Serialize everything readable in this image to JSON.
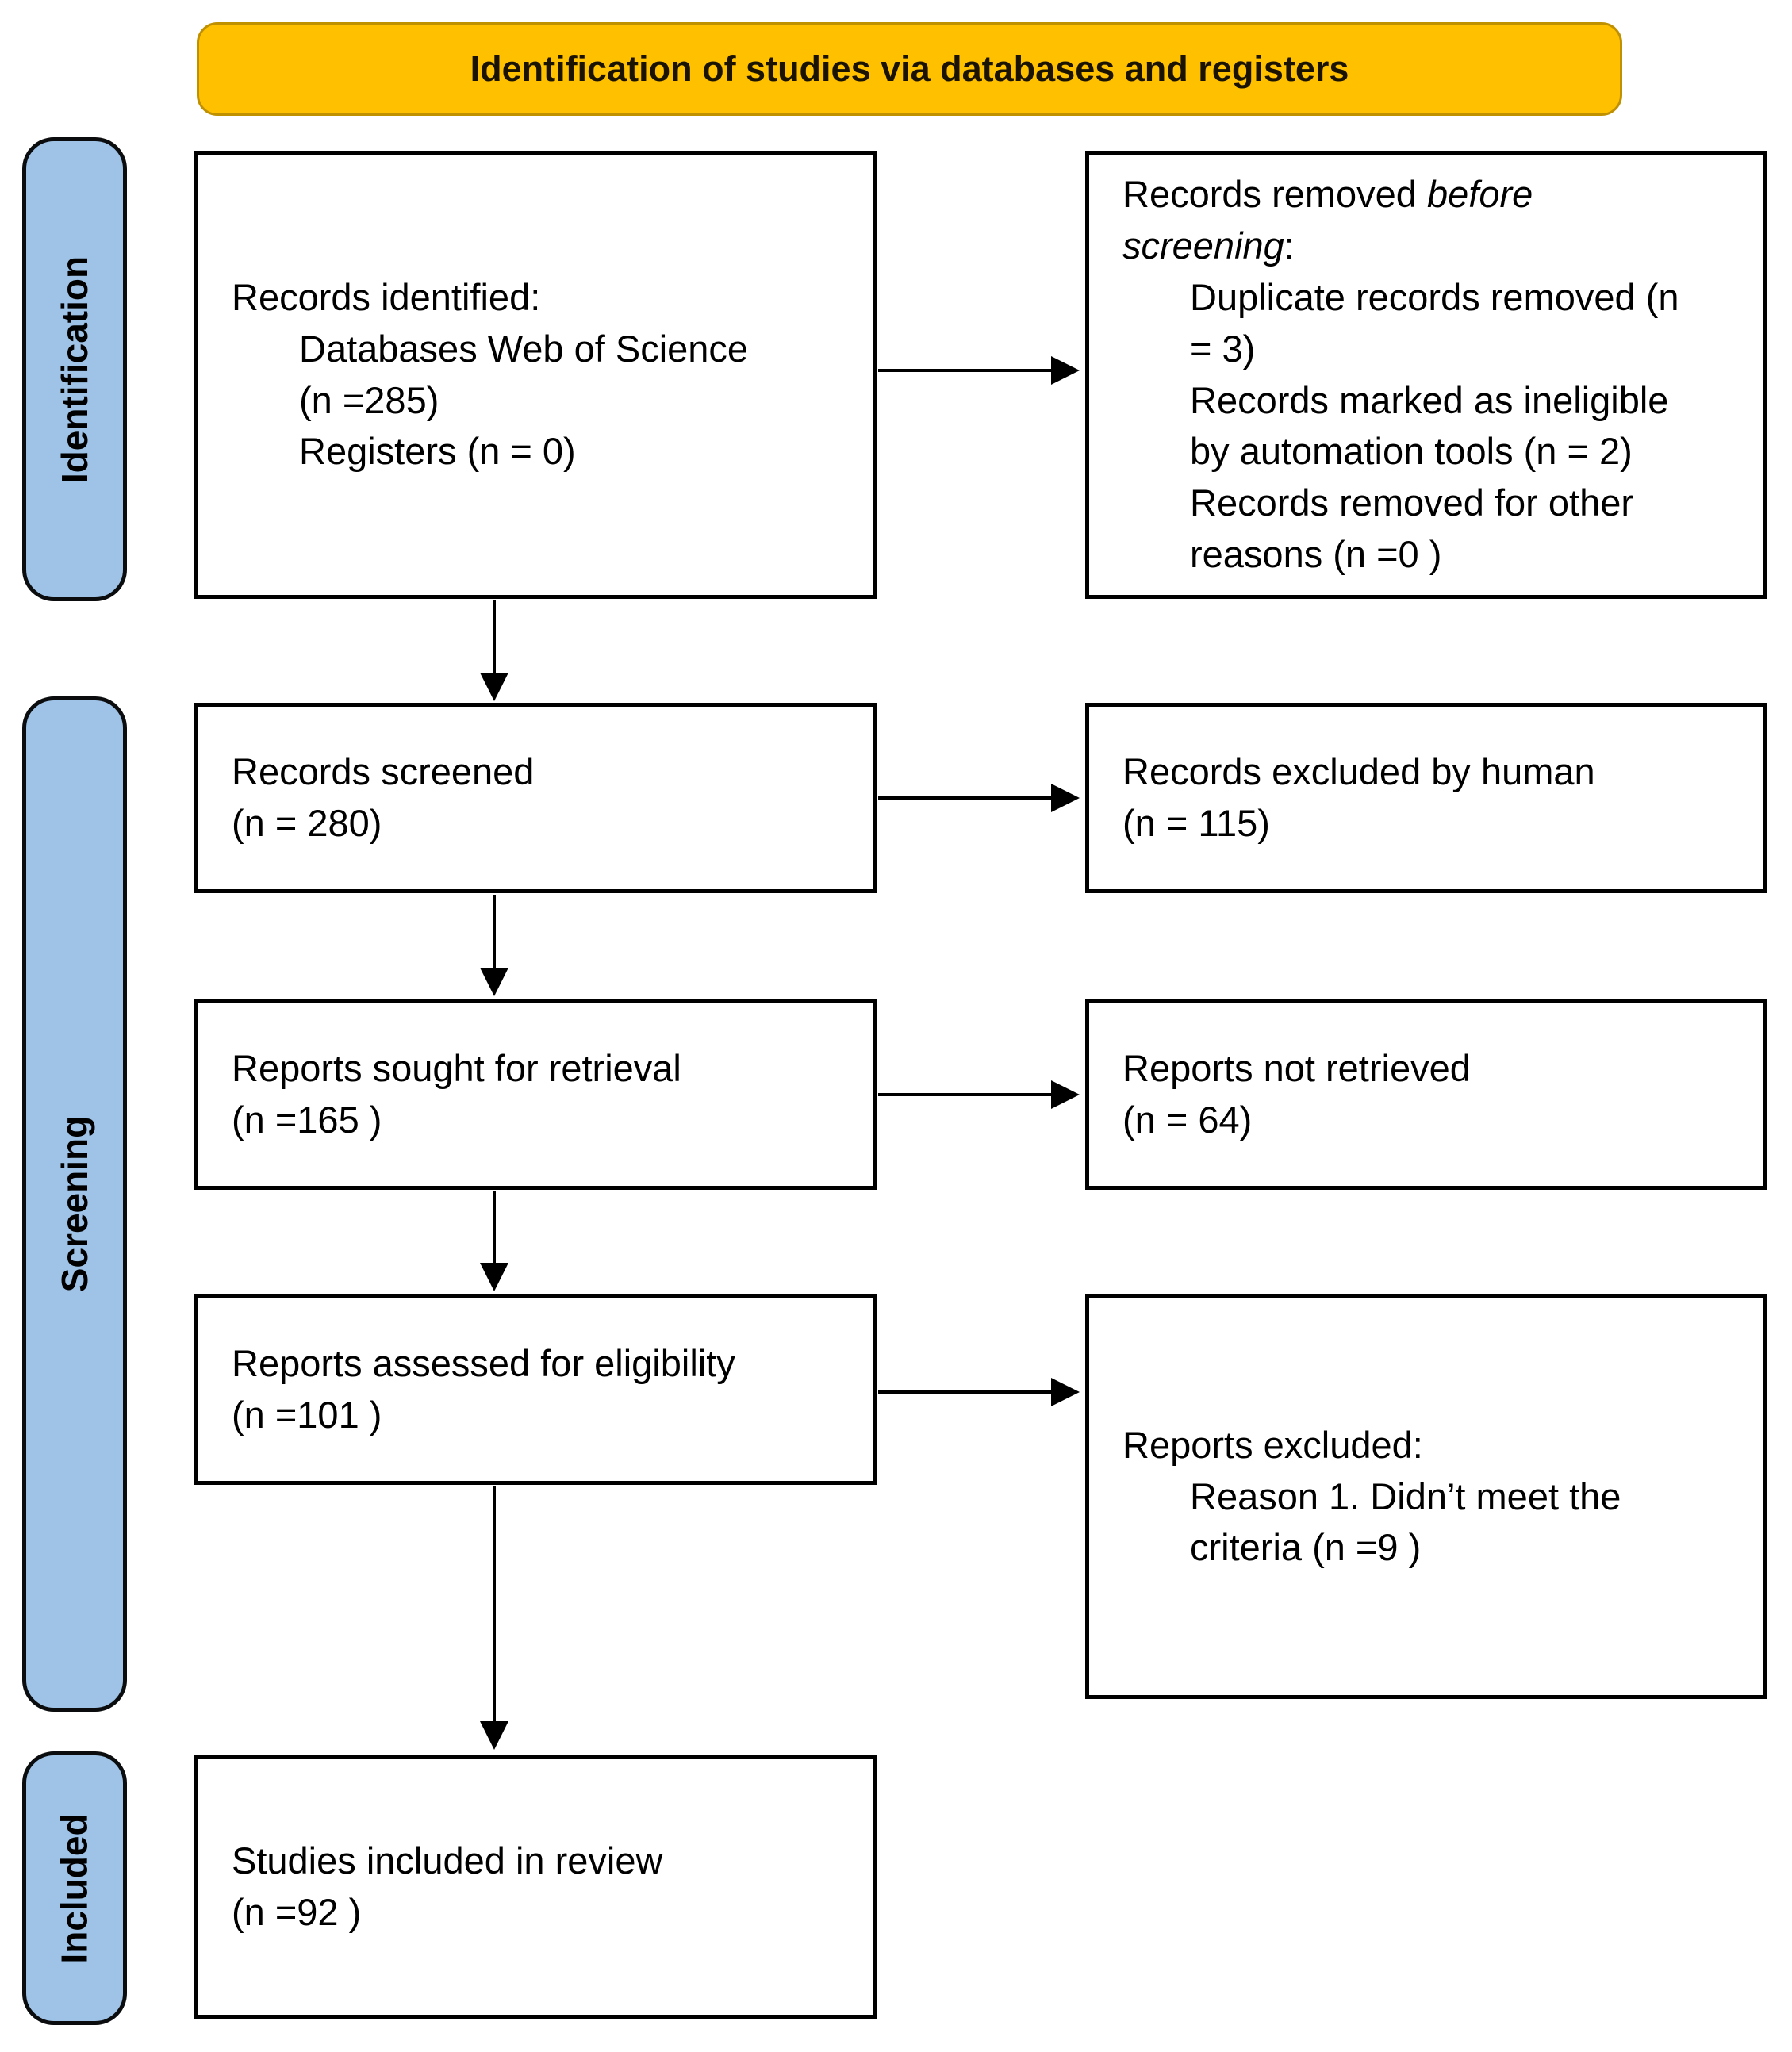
{
  "banner": {
    "title": "Identification of studies via databases and registers"
  },
  "stages": [
    {
      "label": "Identification"
    },
    {
      "label": "Screening"
    },
    {
      "label": "Included"
    }
  ],
  "boxes": {
    "records_identified": {
      "title": "Records identified:",
      "lines": [
        "Databases Web of Science",
        "(n =285)",
        "Registers (n = 0)"
      ]
    },
    "records_removed": {
      "pre": "Records removed ",
      "italic1": "before",
      "italic2": "screening",
      "post": ":",
      "lines": [
        "Duplicate records removed (n",
        "= 3)",
        "Records marked as ineligible",
        "by automation tools (n = 2)",
        "Records removed for other",
        "reasons (n =0 )"
      ]
    },
    "records_screened": {
      "lines": [
        "Records screened",
        "(n = 280)"
      ]
    },
    "records_excluded_human": {
      "lines": [
        "Records excluded by human",
        "(n = 115)"
      ]
    },
    "reports_sought": {
      "lines": [
        "Reports sought for retrieval",
        "(n =165 )"
      ]
    },
    "reports_not_retrieved": {
      "lines": [
        "Reports not retrieved",
        "(n = 64)"
      ]
    },
    "reports_assessed": {
      "lines": [
        "Reports assessed for eligibility",
        "(n =101 )"
      ]
    },
    "reports_excluded": {
      "title": "Reports excluded:",
      "lines": [
        "Reason 1. Didn’t meet the",
        "criteria (n =9 )"
      ]
    },
    "studies_included": {
      "lines": [
        "Studies included in review",
        "(n =92 )"
      ]
    }
  },
  "colors": {
    "banner-fill": "#FFC000",
    "banner-border": "#BF9000",
    "banner-text": "#1A1300",
    "stage-fill": "#9EC3E7",
    "stage-border": "#0B0C0E",
    "box-border": "#000000",
    "arrow": "#000000",
    "text": "#000000"
  }
}
